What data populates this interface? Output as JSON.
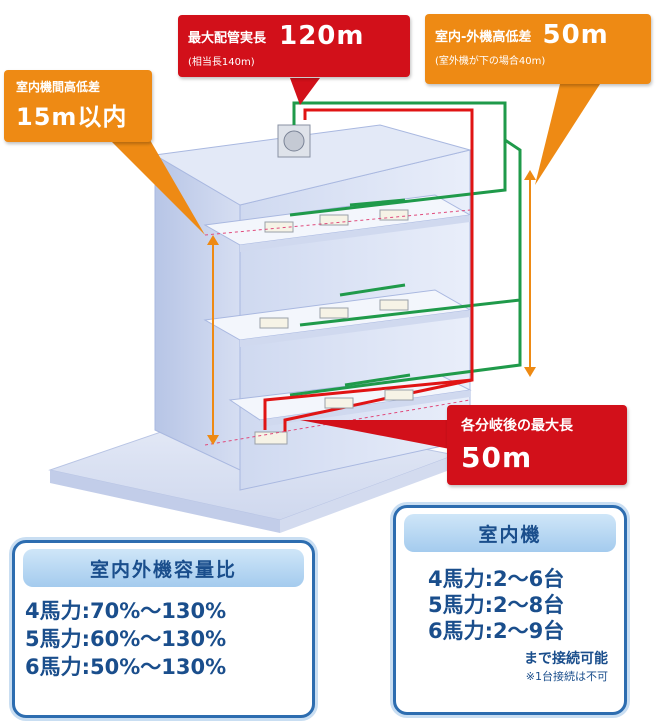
{
  "callouts": {
    "max_pipe": {
      "label": "最大配管実長",
      "value": "120m",
      "sub": "(相当長140m)"
    },
    "in_out_height": {
      "label": "室内-外機高低差",
      "value": "50m",
      "sub": "(室外機が下の場合40m)"
    },
    "indoor_height": {
      "label": "室内機間高低差",
      "value": "15m以内"
    },
    "branch_max": {
      "label": "各分岐後の最大長",
      "value": "50m"
    }
  },
  "ratio_panel": {
    "title": "室内外機容量比",
    "rows": [
      "4馬力:70%〜130%",
      "5馬力:60%〜130%",
      "6馬力:50%〜130%"
    ]
  },
  "indoor_panel": {
    "title": "室内機",
    "rows": [
      "4馬力:2〜6台",
      "5馬力:2〜8台",
      "6馬力:2〜9台"
    ],
    "connect": "まで接続可能",
    "note": "※1台接続は不可"
  },
  "colors": {
    "red": "#d2101a",
    "orange": "#ee8a14",
    "green_pipe": "#1f9a4a",
    "red_pipe": "#e01414",
    "panel_blue": "#2d6db0"
  }
}
